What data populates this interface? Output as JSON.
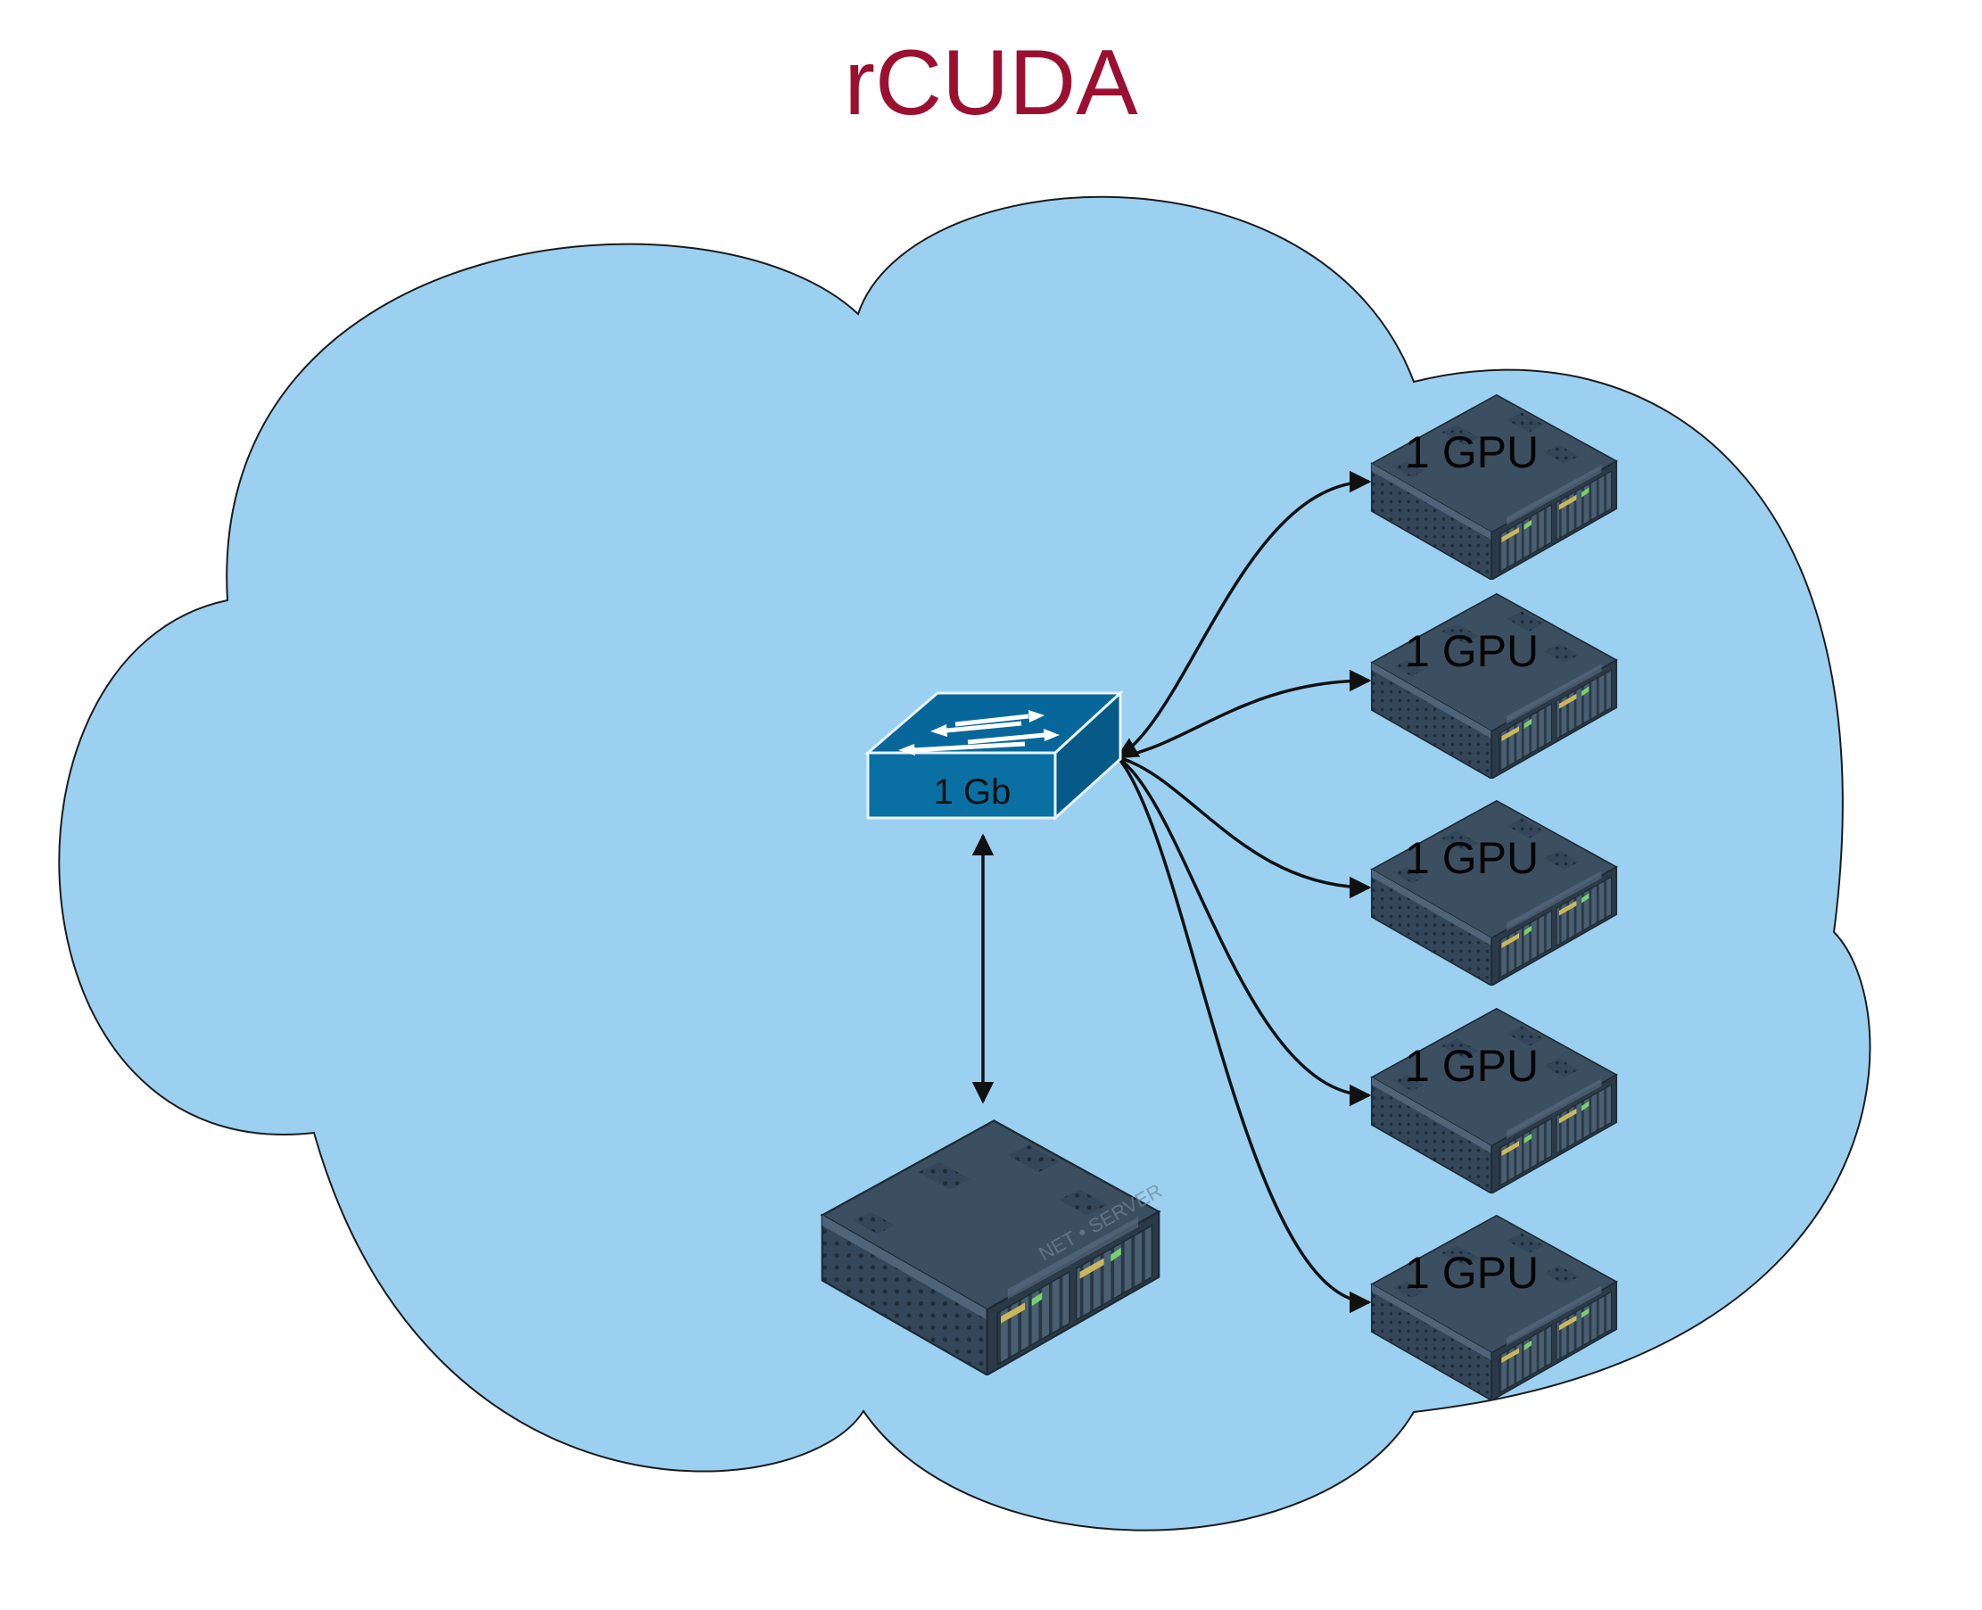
{
  "diagram": {
    "title": "rCUDA",
    "switch_label": "1 Gb",
    "server_brand": "NET • SERVER",
    "gpu_nodes": [
      {
        "label": "1 GPU"
      },
      {
        "label": "1 GPU"
      },
      {
        "label": "1 GPU"
      },
      {
        "label": "1 GPU"
      },
      {
        "label": "1 GPU"
      }
    ]
  },
  "colors": {
    "title": "#9b1030",
    "cloud_fill": "#9bd0f1",
    "cloud_stroke": "#1b1b1b",
    "switch_top": "#07679a",
    "switch_front": "#0a6fa3",
    "server_dark": "#2b3a48",
    "server_mid": "#3c4f61",
    "server_light": "#5d7286",
    "connector": "#111111"
  },
  "icons": {
    "switch": "network-switch-icon",
    "server": "rack-server-icon"
  }
}
